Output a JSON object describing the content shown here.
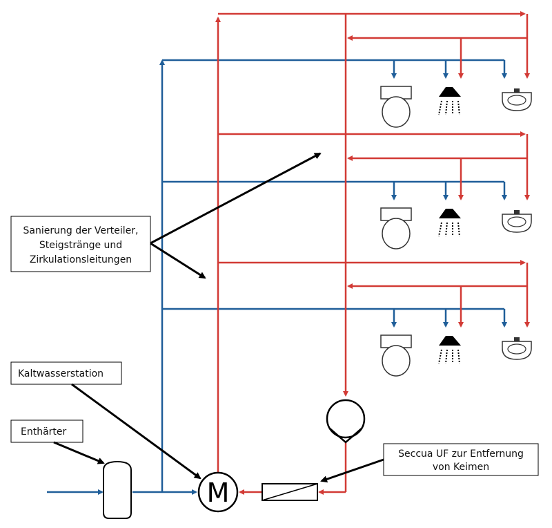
{
  "colors": {
    "cold_water": "#1f5e99",
    "hot_water": "#d23a35",
    "annotation": "#000000",
    "fixture_fill": "#ffffff",
    "fixture_stroke": "#333333"
  },
  "callouts": {
    "refurbishment_line1": "Sanierung der Verteiler,",
    "refurbishment_line2": "Steigstränge und",
    "refurbishment_line3": "Zirkulationsleitungen",
    "cold_water_station": "Kaltwasserstation",
    "softener": "Enthärter",
    "filter_line1": "Seccua UF zur Entfernung",
    "filter_line2": "von Keimen"
  },
  "components": {
    "heater_symbol": "M",
    "fixtures_per_floor": [
      "toilet-icon",
      "shower-icon",
      "sink-icon"
    ],
    "floor_count": 3
  }
}
